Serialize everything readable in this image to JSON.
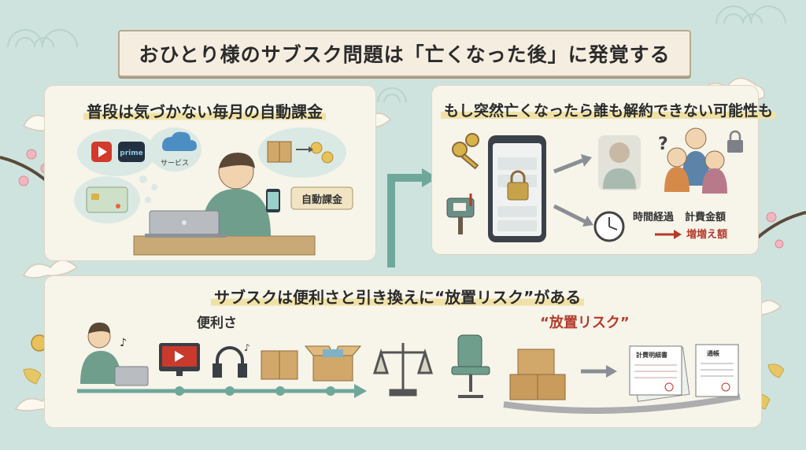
{
  "banner": {
    "title": "おひとり様のサブスク問題は「亡くなった後」に発覚する"
  },
  "panel_monthly": {
    "heading": "普段は気づかない毎月の自動課金",
    "service_bubble_label": "サービス",
    "prime_logo_text": "prime",
    "auto_billing_tag": "自動課金"
  },
  "panel_death": {
    "heading": "もし突然亡くなったら誰も解約できない可能性も",
    "time_passed_label": "時間経過",
    "billing_total_label": "計費金額",
    "increase_label": "増増え額",
    "question_mark": "?"
  },
  "panel_risk": {
    "heading": "サブスクは便利さと引き換えに“放置リスク”がある",
    "convenience_label": "便利さ",
    "risk_label": "“放置リスク”",
    "document_1_title": "計費明細書",
    "document_2_title": "通帳"
  },
  "colors": {
    "background": "#cfe3de",
    "panel": "#f7f4ea",
    "accent_red": "#b53a2b",
    "teal": "#6fa79b",
    "sweater": "#6f9e8c"
  }
}
